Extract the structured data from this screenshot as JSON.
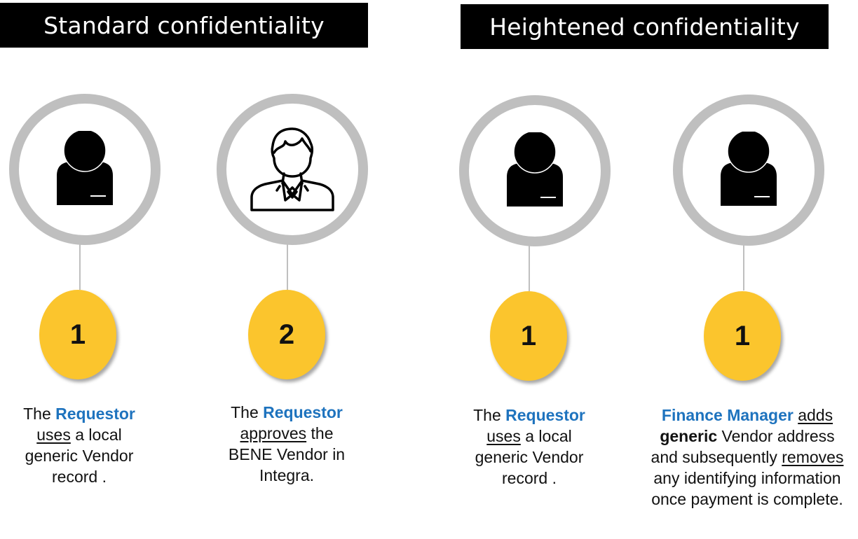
{
  "headers": {
    "standard": "Standard confidentiality",
    "heightened": "Heightened confidentiality"
  },
  "colors": {
    "header_bg": "#000000",
    "header_text": "#ffffff",
    "ring": "#bfbfbf",
    "badge": "#fbc52d",
    "role_text": "#1e73be"
  },
  "steps": [
    {
      "icon": "user-silhouette-icon",
      "number": "1",
      "caption": {
        "t1": "The ",
        "role": "Requestor",
        "verb": "uses",
        "t2": " a local generic Vendor record ."
      }
    },
    {
      "icon": "businessman-icon",
      "number": "2",
      "caption": {
        "t1": "The ",
        "role": "Requestor",
        "verb": "approves",
        "t2": " the BENE Vendor in Integra."
      }
    },
    {
      "icon": "user-silhouette-icon",
      "number": "1",
      "caption": {
        "t1": "The ",
        "role": "Requestor",
        "verb": "uses",
        "t2": " a local generic Vendor record ."
      }
    },
    {
      "icon": "user-silhouette-icon",
      "number": "1",
      "caption": {
        "role": "Finance Manager",
        "verb": "adds",
        "bold": "generic",
        "t2": " Vendor address and subsequently ",
        "verb2": "removes",
        "t3": " any identifying information once payment is complete."
      }
    }
  ]
}
